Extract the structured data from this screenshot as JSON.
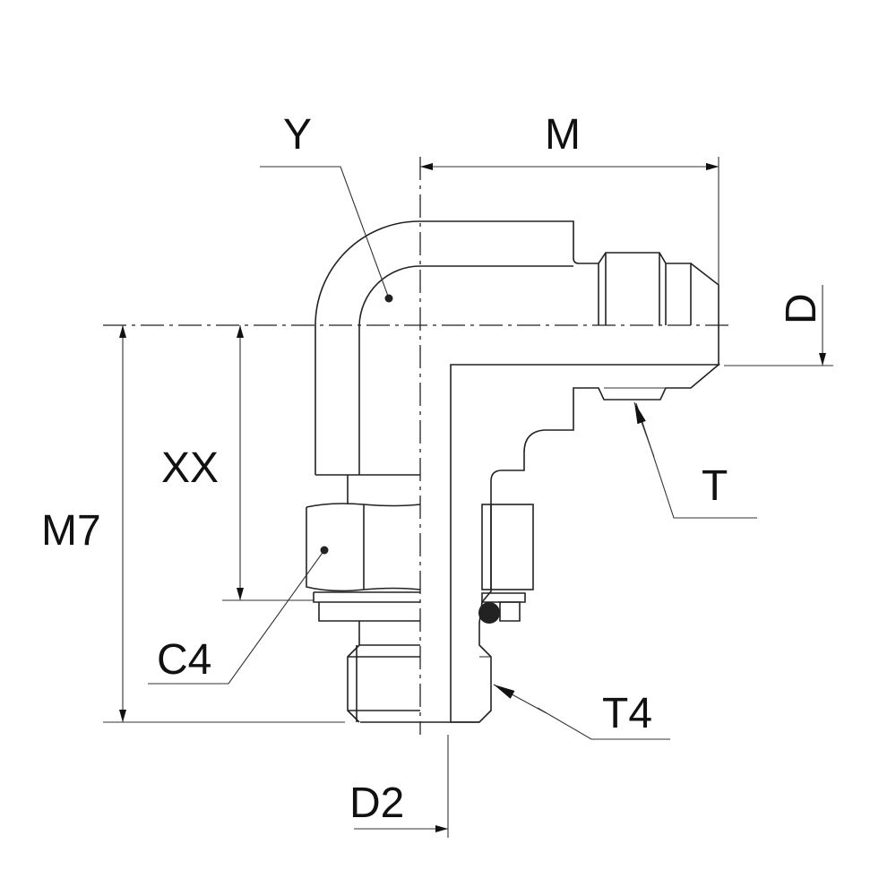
{
  "labels": {
    "y": "Y",
    "m": "M",
    "d": "D",
    "t": "T",
    "xx": "XX",
    "m7": "M7",
    "c4": "C4",
    "t4": "T4",
    "d2": "D2"
  },
  "colors": {
    "line": "#222222",
    "background": "#ffffff"
  }
}
